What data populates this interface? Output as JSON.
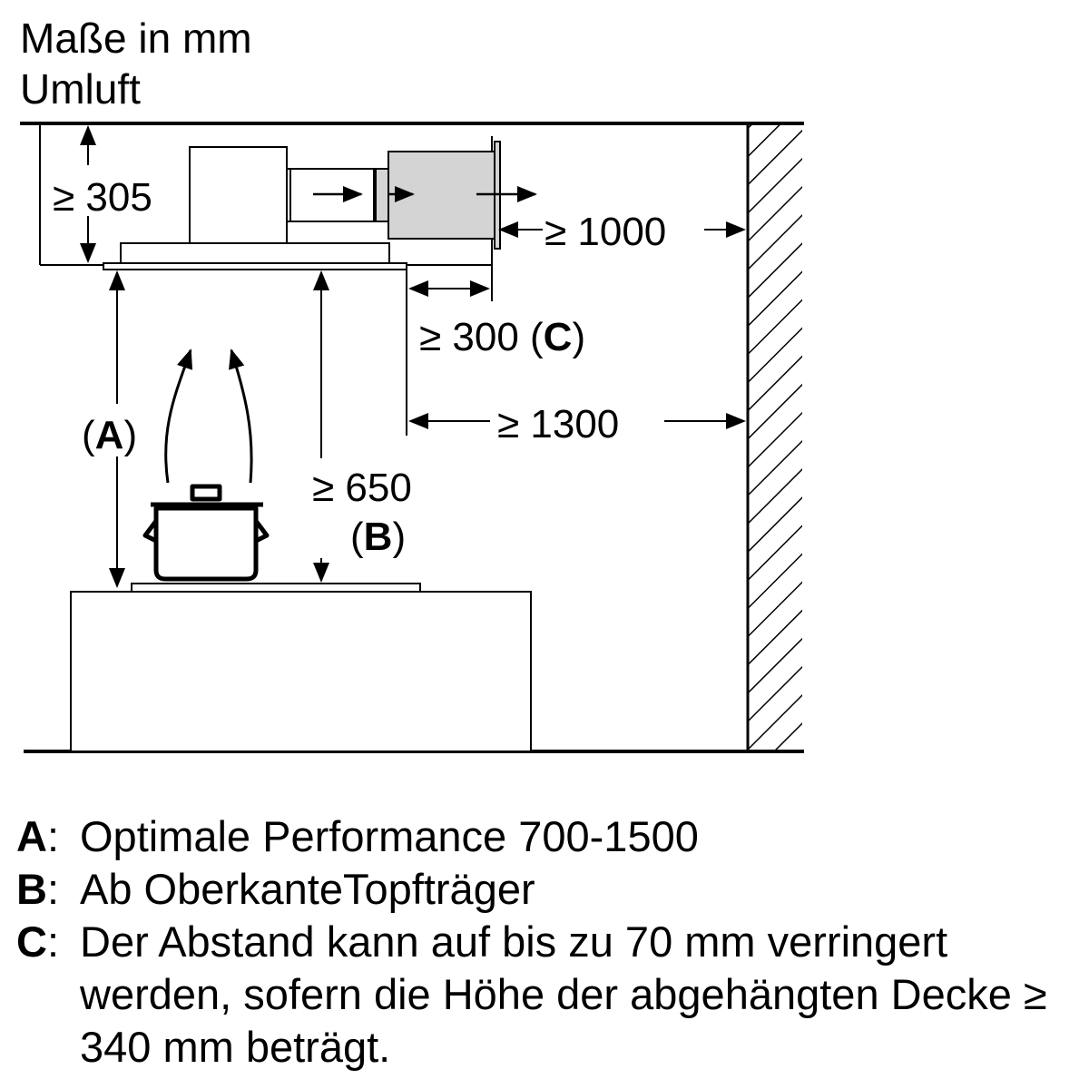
{
  "header": {
    "line1": "Maße in mm",
    "line2": "Umluft"
  },
  "dimensions": {
    "height_hood": "≥ 305",
    "distance_wall_outlet": "≥ 1000",
    "distance_c_value": "≥ 300 (",
    "distance_c_letter": "C",
    "distance_c_close": ")",
    "distance_wall": "≥ 1300",
    "height_b_value": "≥ 650",
    "height_b_open": "(",
    "height_b_letter": "B",
    "height_b_close": ")",
    "height_a_open": "(",
    "height_a_letter": "A",
    "height_a_close": ")"
  },
  "legend": [
    {
      "key": "A",
      "text": "Optimale Performance 700-1500"
    },
    {
      "key": "B",
      "text": "Ab OberkanteTopfträger"
    },
    {
      "key": "C",
      "text": "Der Abstand kann auf bis zu 70 mm verringert werden, sofern die Höhe der abgehängten Decke ≥ 340 mm beträgt."
    }
  ],
  "legend_separator": ":",
  "colors": {
    "line": "#000000",
    "filter": "#d4d4d4",
    "background": "#ffffff"
  }
}
